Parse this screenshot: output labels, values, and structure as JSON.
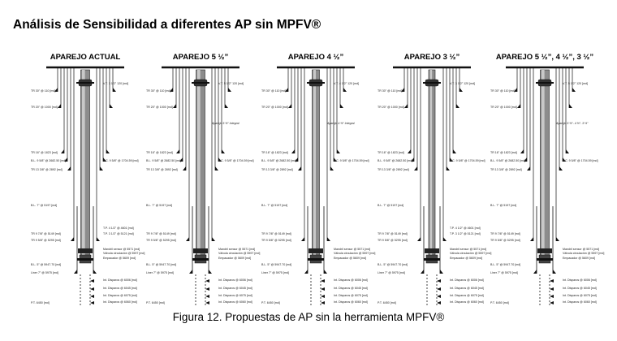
{
  "title": "Análisis de Sensibilidad a diferentes AP sin MPFV®",
  "caption": "Figura 12. Propuestas de AP sin la herramienta MPFV®",
  "panels": [
    {
      "title": "APAREJO ACTUAL",
      "left_labels": [
        "TR 30\" @ 110 [md]",
        "TR 20\" @ 1000 [md]",
        "TR 16\" @ 1823 [md]",
        "B.L. 9 5/8\" @ 2682.50 [md]",
        "TR 13 3/8\" @ 2892 [md]",
        "B.L. 7\" @ 5197 [md]",
        "TR 9 7/8\" @ 5149 [md]",
        "TR 9 5/8\" @ 5295 [md]",
        "B.L. 5\" @ 5947.70 [md]",
        "Liner 7\" @ 5975 [md]",
        "P.T. 6450 [md]"
      ],
      "right_labels": [
        "V.T. 3 1/2\" 120 [md]",
        "V.C. 9 5/8\" @ 1704.59 [md]",
        "T.P. 4 1/2\" @ 4601 [md]",
        "T.P. 3 1/2\" @ 5121 [md]",
        "Mandril sensor @ 5571 [md]",
        "Válvula circulación @ 5597 [md]",
        "Empacador @ 5609 [md]",
        "Int. Disparos @ 6006 [md]",
        "Int. Disparos @ 6045 [md]",
        "Int. Disparos @ 6075 [md]",
        "Int. Disparos @ 6060 [md]"
      ],
      "note": ""
    },
    {
      "title": "APAREJO 5 ½”",
      "left_labels": [
        "TR 30\" @ 110 [md]",
        "TR 20\" @ 1000 [md]",
        "TR 16\" @ 1823 [md]",
        "B.L. 9 5/8\" @ 2682.50 [md]",
        "TR 13 3/8\" @ 2892 [md]",
        "B.L. 7\" @ 5197 [md]",
        "TR 9 7/8\" @ 5149 [md]",
        "TR 9 5/8\" @ 5295 [md]",
        "B.L. 5\" @ 5947.70 [md]",
        "Liner 7\" @ 5975 [md]",
        "P.T. 6450 [md]"
      ],
      "right_labels": [
        "V.T. 5 1/2\" 120 [md]",
        "V.C. 9 5/8\" @ 1704.59 [md]",
        "",
        "",
        "Mandril sensor @ 5571 [md]",
        "Válvula circulación @ 5597 [md]",
        "Empacador @ 5609 [md]",
        "Int. Disparos @ 6006 [md]",
        "Int. Disparos @ 6045 [md]",
        "Int. Disparos @ 6075 [md]",
        "Int. Disparos @ 6060 [md]"
      ],
      "note": "Aparejo 5 ½” Integral"
    },
    {
      "title": "APAREJO 4 ½”",
      "left_labels": [
        "TR 30\" @ 110 [md]",
        "TR 20\" @ 1000 [md]",
        "TR 16\" @ 1823 [md]",
        "B.L. 9 5/8\" @ 2682.50 [md]",
        "TR 13 3/8\" @ 2892 [md]",
        "B.L. 7\" @ 5197 [md]",
        "TR 9 7/8\" @ 5149 [md]",
        "TR 9 5/8\" @ 5295 [md]",
        "B.L. 5\" @ 5947.70 [md]",
        "Liner 7\" @ 5975 [md]",
        "P.T. 6450 [md]"
      ],
      "right_labels": [
        "V.T. 4 1/2\" 120 [md]",
        "V.C. 9 5/8\" @ 1704.59 [md]",
        "",
        "",
        "Mandril sensor @ 5571 [md]",
        "Válvula circulación @ 5597 [md]",
        "Empacador @ 5609 [md]",
        "Int. Disparos @ 6006 [md]",
        "Int. Disparos @ 6045 [md]",
        "Int. Disparos @ 6075 [md]",
        "Int. Disparos @ 6060 [md]"
      ],
      "note": "Aparejo 4 ½” Integral"
    },
    {
      "title": "APAREJO 3 ½”",
      "left_labels": [
        "TR 30\" @ 110 [md]",
        "TR 20\" @ 1000 [md]",
        "TR 16\" @ 1823 [md]",
        "B.L. 9 5/8\" @ 2682.50 [md]",
        "TR 13 3/8\" @ 2892 [md]",
        "B.L. 7\" @ 5197 [md]",
        "TR 9 7/8\" @ 5149 [md]",
        "TR 9 5/8\" @ 5295 [md]",
        "B.L. 5\" @ 5947.70 [md]",
        "Liner 7\" @ 5975 [md]",
        "P.T. 6450 [md]"
      ],
      "right_labels": [
        "V.T. 3 1/2\" 120 [md]",
        "V.C. 9 5/8\" @ 1704.59 [md]",
        "T.P. 4 1/2\" @ 4601 [md]",
        "T.P. 3 1/2\" @ 5121 [md]",
        "Mandril sensor @ 5571 [md]",
        "Válvula circulación @ 5597 [md]",
        "Empacador @ 5609 [md]",
        "Int. Disparos @ 6006 [md]",
        "Int. Disparos @ 6045 [md]",
        "Int. Disparos @ 6075 [md]",
        "Int. Disparos @ 6060 [md]"
      ],
      "note": ""
    },
    {
      "title": "APAREJO 5 ½”, 4 ½”, 3 ½”",
      "left_labels": [
        "TR 30\" @ 110 [md]",
        "TR 20\" @ 1000 [md]",
        "TR 16\" @ 1823 [md]",
        "B.L. 9 5/8\" @ 2682.50 [md]",
        "TR 13 3/8\" @ 2892 [md]",
        "B.L. 7\" @ 5197 [md]",
        "TR 9 7/8\" @ 5149 [md]",
        "TR 9 5/8\" @ 5295 [md]",
        "B.L. 5\" @ 5947.70 [md]",
        "Liner 7\" @ 5975 [md]",
        "P.T. 6450 [md]"
      ],
      "right_labels": [
        "V.T. 5 1/2\" 120 [md]",
        "V.C. 9 5/8\" @ 1704.59 [md]",
        "",
        "",
        "Mandril sensor @ 5571 [md]",
        "Válvula circulación @ 5597 [md]",
        "Empacador @ 5609 [md]",
        "Int. Disparos @ 6006 [md]",
        "Int. Disparos @ 6045 [md]",
        "Int. Disparos @ 6075 [md]",
        "Int. Disparos @ 6060 [md]"
      ],
      "note": "Aparejo 5 ½”- 4 ½”- 3 ½”"
    }
  ]
}
